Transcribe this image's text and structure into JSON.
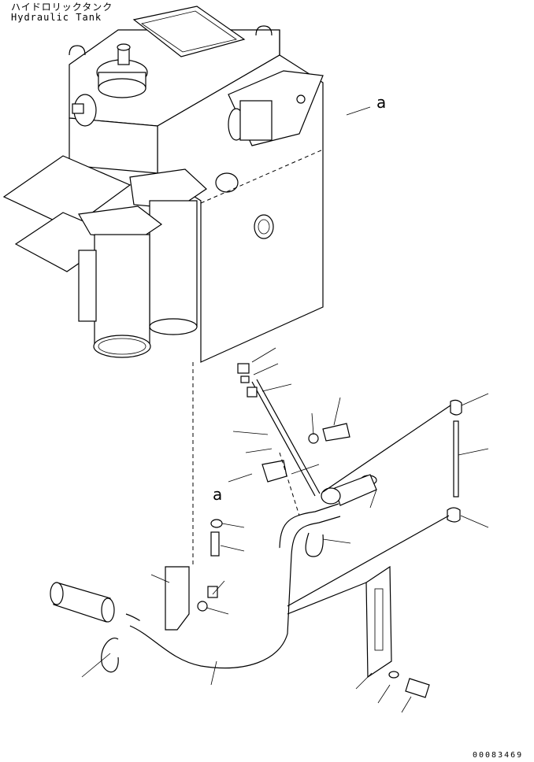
{
  "title": {
    "jp": "ハイドロリックタンク",
    "en": "Hydraulic Tank"
  },
  "callouts": {
    "a_top": "a",
    "a_mid": "a"
  },
  "document_number": "00083469"
}
